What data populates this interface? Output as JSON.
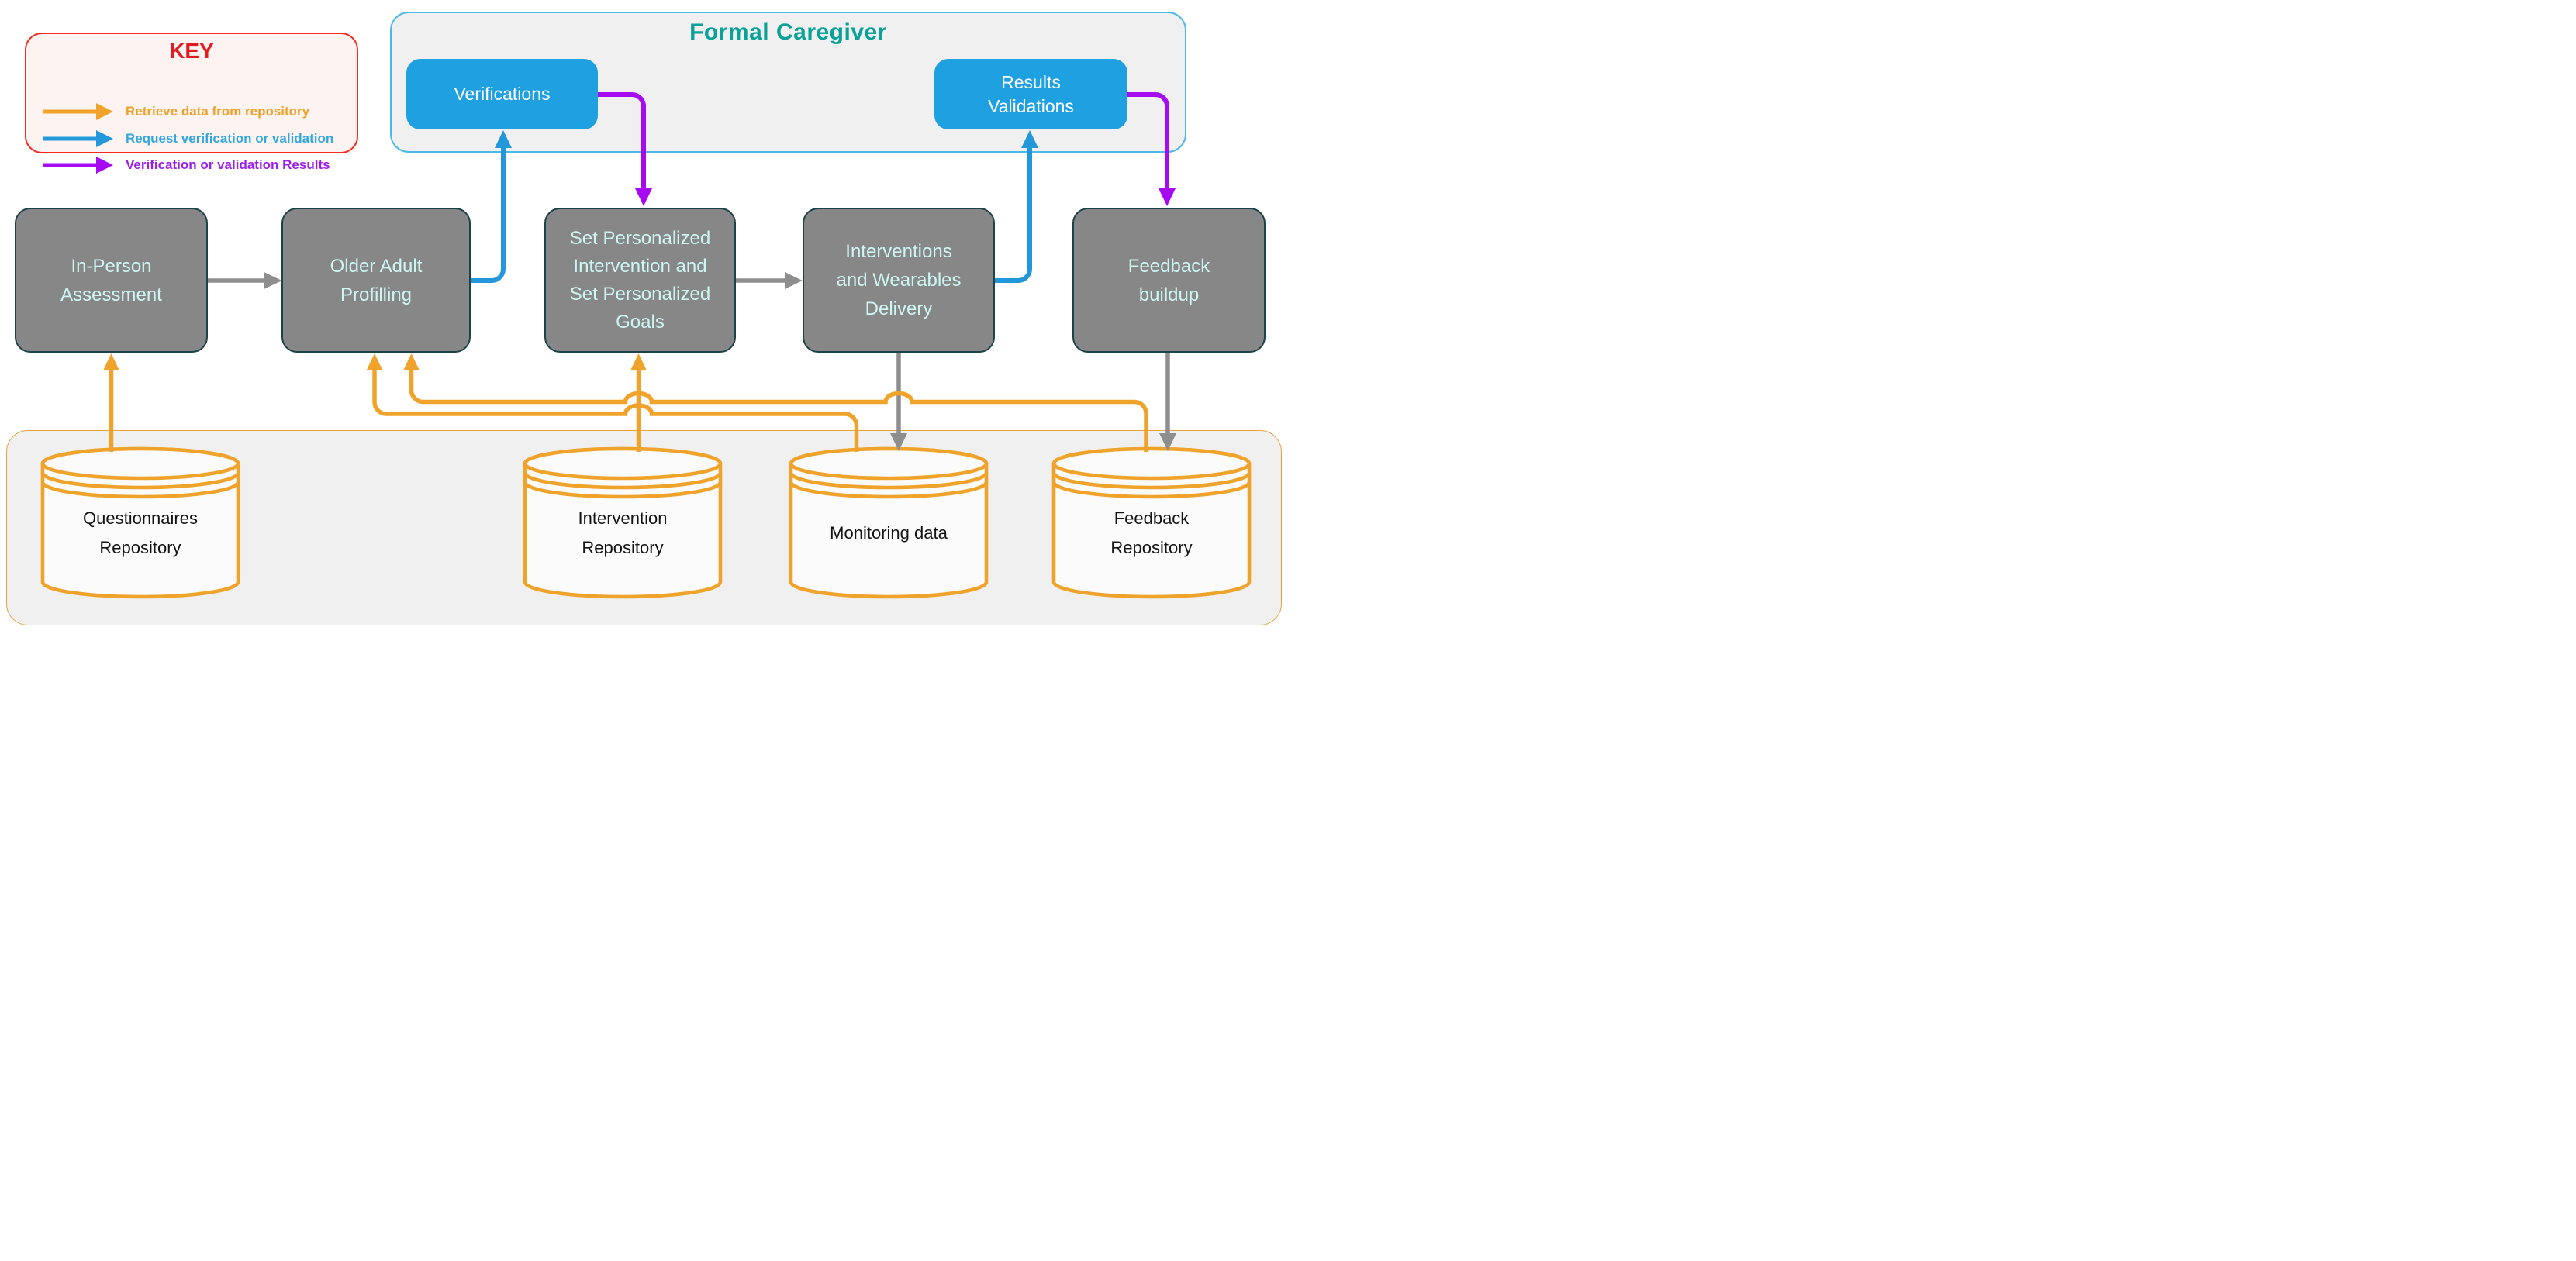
{
  "key": {
    "title": "KEY",
    "items": [
      {
        "label": "Retrieve data from repository",
        "color": "#EBA12B",
        "icon": "orange-arrow-icon"
      },
      {
        "label": "Request verification or validation",
        "color": "#35A7DF",
        "icon": "blue-arrow-icon"
      },
      {
        "label": "Verification or validation Results",
        "color": "#9B1FEB",
        "icon": "purple-arrow-icon"
      }
    ]
  },
  "formal_caregiver": {
    "title": "Formal Caregiver",
    "boxes": [
      {
        "label": "Verifications"
      },
      {
        "label": "Results\nValidations"
      }
    ]
  },
  "process_boxes": [
    {
      "label": "In-Person\nAssessment"
    },
    {
      "label": "Older Adult\nProfilling"
    },
    {
      "label": "Set Personalized\nIntervention and\nSet Personalized\nGoals"
    },
    {
      "label": "Interventions\nand Wearables\nDelivery"
    },
    {
      "label": "Feedback\nbuildup"
    }
  ],
  "repositories": [
    {
      "label": "Questionnaires\nRepository"
    },
    {
      "label": "Intervention\nRepository"
    },
    {
      "label": "Monitoring data"
    },
    {
      "label": "Feedback\nRepository"
    }
  ],
  "colors": {
    "retrieve_arrow": "#EFA32B",
    "request_arrow": "#2298DA",
    "results_arrow": "#A50AF0",
    "flow_arrow": "#8E8E8E",
    "process_box_fill": "#878787",
    "process_box_text": "#CDF6F3",
    "caregiver_box_fill": "#1FA0E1",
    "caregiver_title": "#0AA298",
    "key_title": "#E11B22",
    "key_border": "#F42A20",
    "container_fill": "#F0F0F1"
  },
  "connections": [
    {
      "from": "In-Person Assessment",
      "to": "Older Adult Profilling",
      "type": "flow"
    },
    {
      "from": "Set Personalized Intervention and Set Personalized Goals",
      "to": "Interventions and Wearables Delivery",
      "type": "flow"
    },
    {
      "from": "Older Adult Profilling",
      "to": "Verifications",
      "type": "request verification or validation"
    },
    {
      "from": "Interventions and Wearables Delivery",
      "to": "Results Validations",
      "type": "request verification or validation"
    },
    {
      "from": "Verifications",
      "to": "Set Personalized Intervention and Set Personalized Goals",
      "type": "verification or validation results"
    },
    {
      "from": "Results Validations",
      "to": "Feedback buildup",
      "type": "verification or validation results"
    },
    {
      "from": "Questionnaires Repository",
      "to": "In-Person Assessment",
      "type": "retrieve data from repository"
    },
    {
      "from": "Intervention Repository",
      "to": "Set Personalized Intervention and Set Personalized Goals",
      "type": "retrieve data from repository"
    },
    {
      "from": "Monitoring data",
      "to": "Older Adult Profilling",
      "type": "retrieve data from repository"
    },
    {
      "from": "Feedback Repository",
      "to": "Older Adult Profilling",
      "type": "retrieve data from repository"
    },
    {
      "from": "Interventions and Wearables Delivery",
      "to": "Monitoring data",
      "type": "store"
    },
    {
      "from": "Feedback buildup",
      "to": "Feedback Repository",
      "type": "store"
    }
  ]
}
